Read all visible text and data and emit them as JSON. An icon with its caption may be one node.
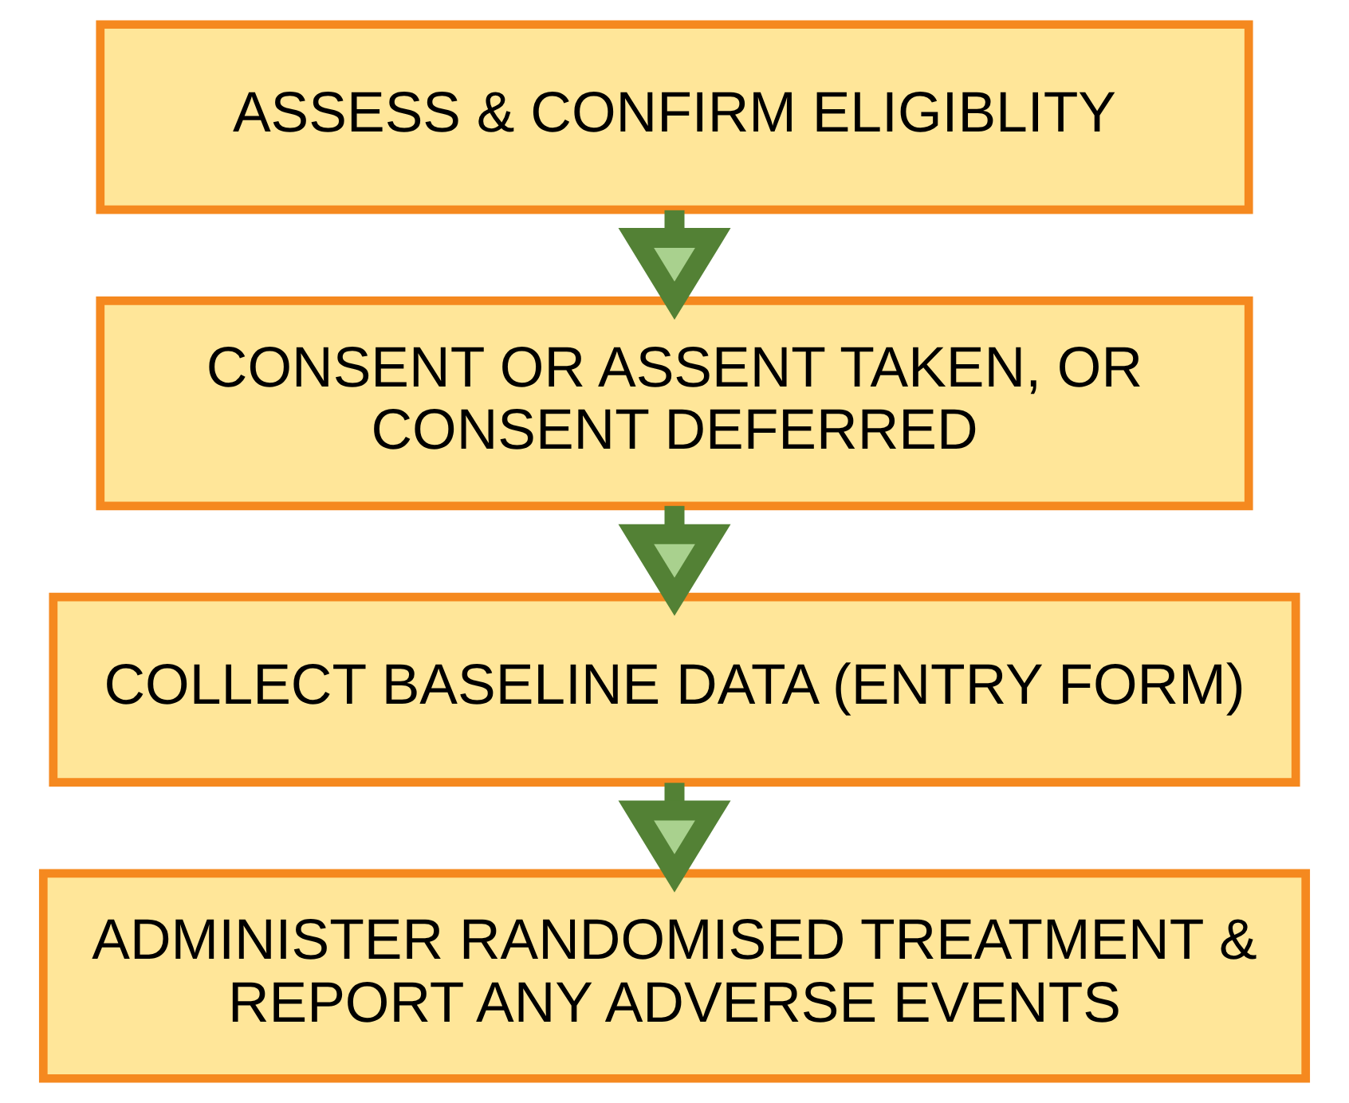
{
  "diagram": {
    "nodes": [
      {
        "text": [
          "ASSESS & CONFIRM ELIGIBLITY"
        ]
      },
      {
        "text": [
          "CONSENT OR ASSENT TAKEN, OR CONSENT DEFERRED"
        ]
      },
      {
        "text": [
          "COLLECT BASELINE DATA (ENTRY FORM)"
        ]
      },
      {
        "text": [
          "ADMINISTER RANDOMISED TREATMENT & REPORT ANY ADVERSE EVENTS"
        ]
      }
    ],
    "edges": [
      {
        "from": 0,
        "to": 1,
        "arrow": "to"
      },
      {
        "from": 1,
        "to": 2,
        "arrow": "to"
      },
      {
        "from": 2,
        "to": 3,
        "arrow": "to"
      }
    ]
  }
}
